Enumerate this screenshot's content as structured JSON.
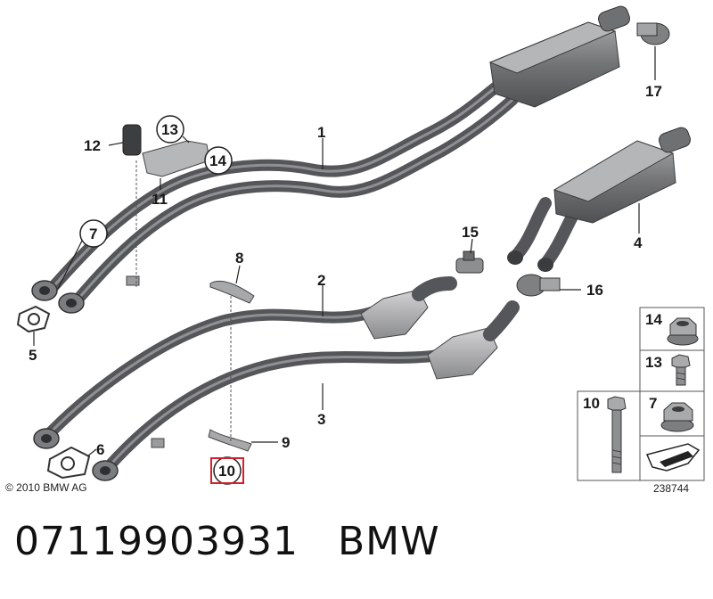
{
  "copyright": "© 2010 BMW AG",
  "diagram_id": "238744",
  "part_number": "07119903931",
  "brand": "BMW",
  "callouts": {
    "c1": "1",
    "c2": "2",
    "c3": "3",
    "c4": "4",
    "c5": "5",
    "c6": "6",
    "c7": "7",
    "c8": "8",
    "c9": "9",
    "c10": "10",
    "c11": "11",
    "c12": "12",
    "c13": "13",
    "c14": "14",
    "c15": "15",
    "c16": "16",
    "c17": "17"
  },
  "legend": {
    "l14": "14",
    "l13": "13",
    "l10": "10",
    "l7": "7"
  },
  "colors": {
    "pipe": "#5e5f61",
    "pipe_highlight": "#8d8e90",
    "muffler": "#7a7b7d",
    "catalyst": "#a3a3a5",
    "highlight_box": "#d2202e"
  }
}
